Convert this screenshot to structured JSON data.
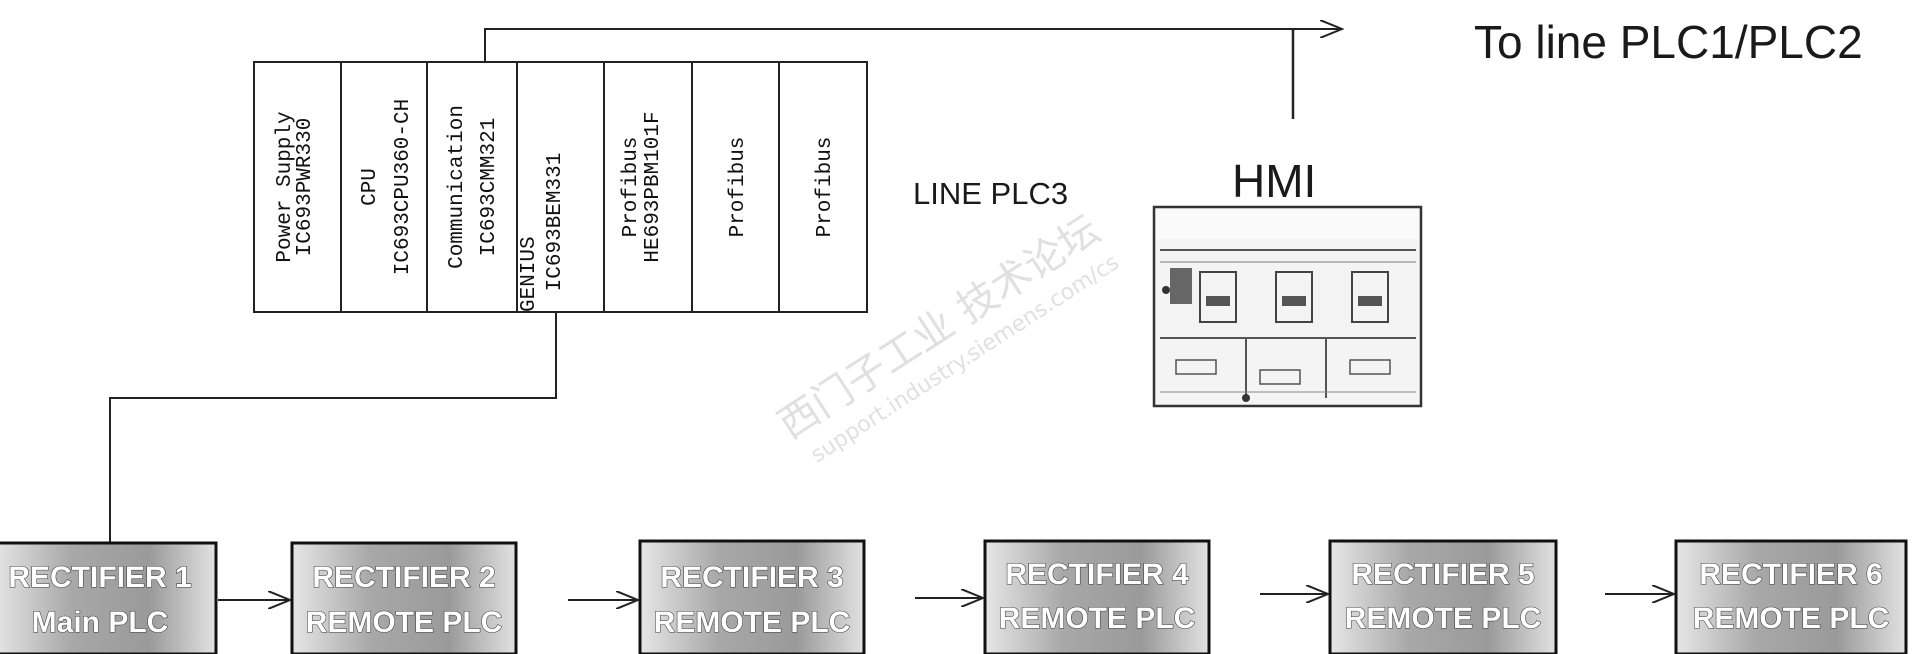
{
  "rack": {
    "modules": [
      {
        "line1": "Power Supply",
        "line2": "IC693PWR330"
      },
      {
        "line1": "CPU",
        "line2": "IC693CPU360-CH"
      },
      {
        "line1": "Communication",
        "line2": "IC693CMM321"
      },
      {
        "line1": "GENIUS",
        "line2": "IC693BEM331"
      },
      {
        "line1": "Profibus",
        "line2": "HE693PBM101F"
      },
      {
        "line1": "Profibus",
        "line2": ""
      },
      {
        "line1": "Profibus",
        "line2": ""
      }
    ]
  },
  "line_plc_label": "LINE PLC3",
  "hmi_label": "HMI",
  "to_line_label": "To line PLC1/PLC2",
  "watermark": {
    "line1": "西门子工业 技术论坛",
    "line2": "support.industry.siemens.com/cs"
  },
  "rectifiers": [
    {
      "line1": "RECTIFIER 1",
      "line2": "Main PLC"
    },
    {
      "line1": "RECTIFIER 2",
      "line2": "REMOTE PLC"
    },
    {
      "line1": "RECTIFIER 3",
      "line2": "REMOTE PLC"
    },
    {
      "line1": "RECTIFIER 4",
      "line2": "REMOTE PLC"
    },
    {
      "line1": "RECTIFIER 5",
      "line2": "REMOTE PLC"
    },
    {
      "line1": "RECTIFIER 6",
      "line2": "REMOTE PLC"
    }
  ]
}
